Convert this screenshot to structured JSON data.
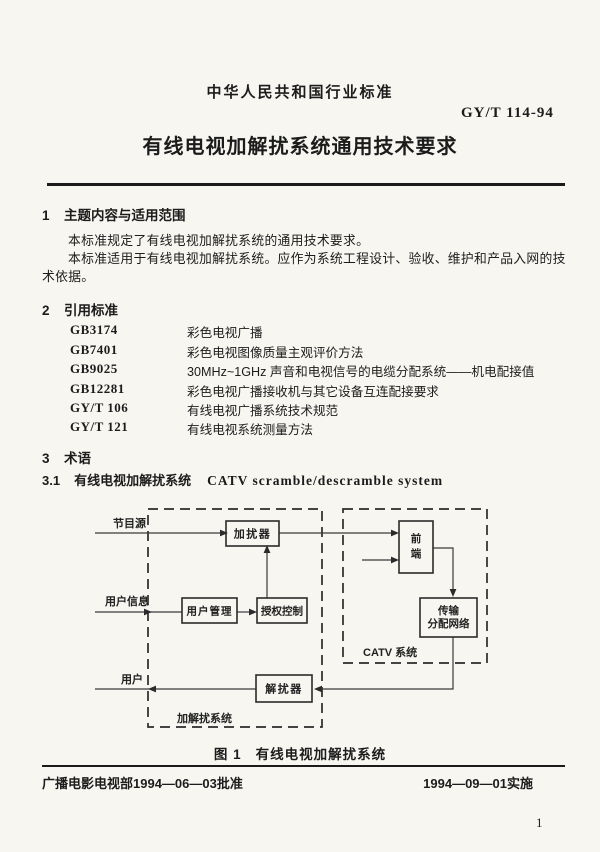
{
  "header": {
    "standard_type": "中华人民共和国行业标准",
    "standard_number": "GY/T 114-94",
    "title": "有线电视加解扰系统通用技术要求"
  },
  "section1": {
    "number": "1",
    "heading": "主题内容与适用范围",
    "para1": "本标准规定了有线电视加解扰系统的通用技术要求。",
    "para2_line1": "本标准适用于有线电视加解扰系统。应作为系统工程设计、验收、维护和产品入网的技",
    "para2_line2": "术依据。"
  },
  "section2": {
    "number": "2",
    "heading": "引用标准",
    "references": [
      {
        "code": "GB3174",
        "title": "彩色电视广播"
      },
      {
        "code": "GB7401",
        "title": "彩色电视图像质量主观评价方法"
      },
      {
        "code": "GB9025",
        "title": "30MHz~1GHz 声音和电视信号的电缆分配系统——机电配接值"
      },
      {
        "code": "GB12281",
        "title": "彩色电视广播接收机与其它设备互连配接要求"
      },
      {
        "code": "GY/T 106",
        "title": "有线电视广播系统技术规范"
      },
      {
        "code": "GY/T 121",
        "title": "有线电视系统测量方法"
      }
    ]
  },
  "section3": {
    "number": "3",
    "heading": "术语",
    "term_number": "3.1",
    "term_cn": "有线电视加解扰系统",
    "term_en": "CATV scramble/descramble system"
  },
  "figure": {
    "caption_prefix": "图 1",
    "caption_text": "有线电视加解扰系统",
    "labels": {
      "program_source": "节目源",
      "user_info": "用户信息",
      "user": "用户",
      "scrambler": "加扰器",
      "user_management": "用户管理",
      "authorization_control": "授权控制",
      "headend_char1": "前",
      "headend_char2": "端",
      "network_line1": "传输",
      "network_line2": "分配网络",
      "descrambler": "解扰器",
      "catv_system": "CATV 系统",
      "scramble_system": "加解扰系统"
    }
  },
  "footer": {
    "approval": "广播电影电视部1994—06—03批准",
    "implementation": "1994—09—01实施",
    "page_number": "1"
  }
}
